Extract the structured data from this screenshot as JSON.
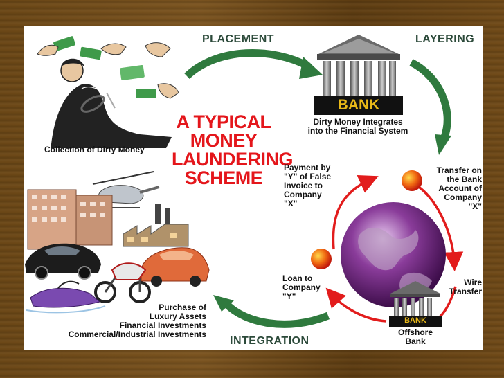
{
  "title_lines": [
    "A TYPICAL",
    "MONEY",
    "LAUNDERING",
    "SCHEME"
  ],
  "stages": {
    "placement": "PLACEMENT",
    "layering": "LAYERING",
    "integration": "INTEGRATION"
  },
  "bank": {
    "label": "BANK",
    "caption_lines": [
      "Dirty Money Integrates",
      "into the Financial System"
    ]
  },
  "collection_caption": "Collection of Dirty Money",
  "payment_lines": [
    "Payment by",
    "\"Y\" of False",
    "Invoice to",
    "Company",
    "\"X\""
  ],
  "transfer_lines": [
    "Transfer on",
    "the Bank",
    "Account of",
    "Company",
    "\"X\""
  ],
  "wire_lines": [
    "Wire",
    "Transfer"
  ],
  "loan_lines": [
    "Loan to",
    "Company",
    "\"Y\""
  ],
  "offshore": {
    "label": "BANK",
    "caption_lines": [
      "Offshore",
      "Bank"
    ]
  },
  "purchase_lines": [
    "Purchase of",
    "Luxury Assets",
    "Financial Investments",
    "Commercial/Industrial Investments"
  ],
  "colors": {
    "arrow_green": "#2f7a3e",
    "title_red": "#e4161b",
    "cycle_red": "#e21c1c",
    "bank_gold": "#e8b818"
  }
}
